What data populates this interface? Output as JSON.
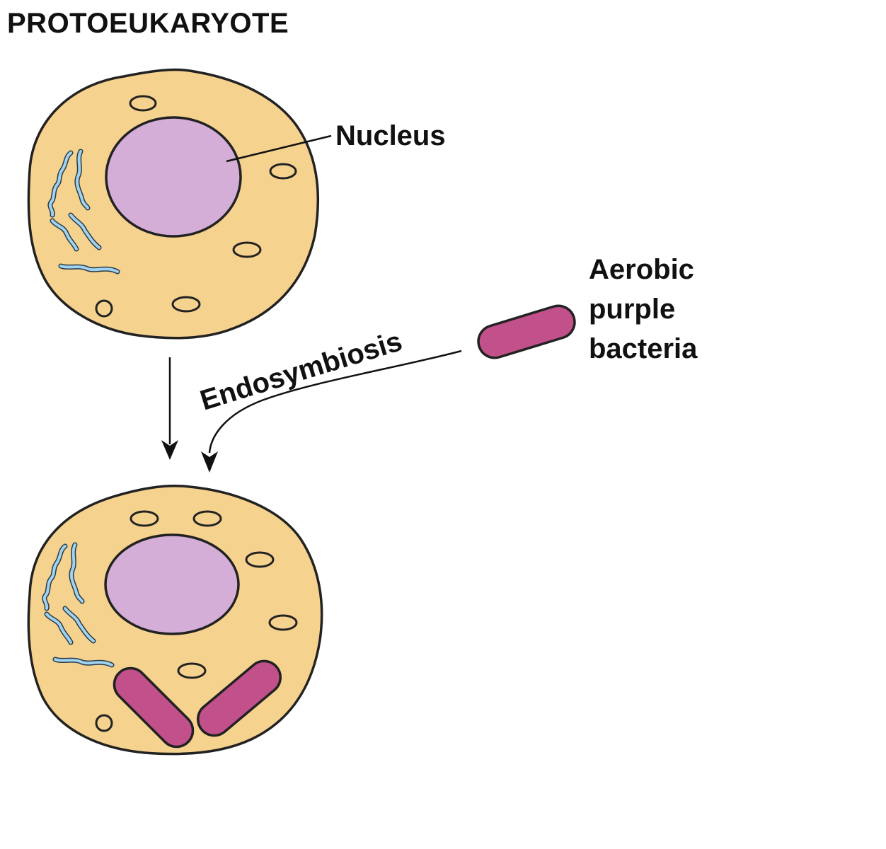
{
  "title": "PROTOEUKARYOTE",
  "labels": {
    "nucleus": "Nucleus",
    "endosymbiosis": "Endosymbiosis",
    "bacteria_line1": "Aerobic",
    "bacteria_line2": "purple",
    "bacteria_line3": "bacteria"
  },
  "colors": {
    "cytoplasm": "#f6d28f",
    "nucleus": "#d4aed6",
    "endoplasmic_reticulum": "#9fd3ee",
    "bacteria": "#c2508a",
    "outline": "#222222"
  }
}
